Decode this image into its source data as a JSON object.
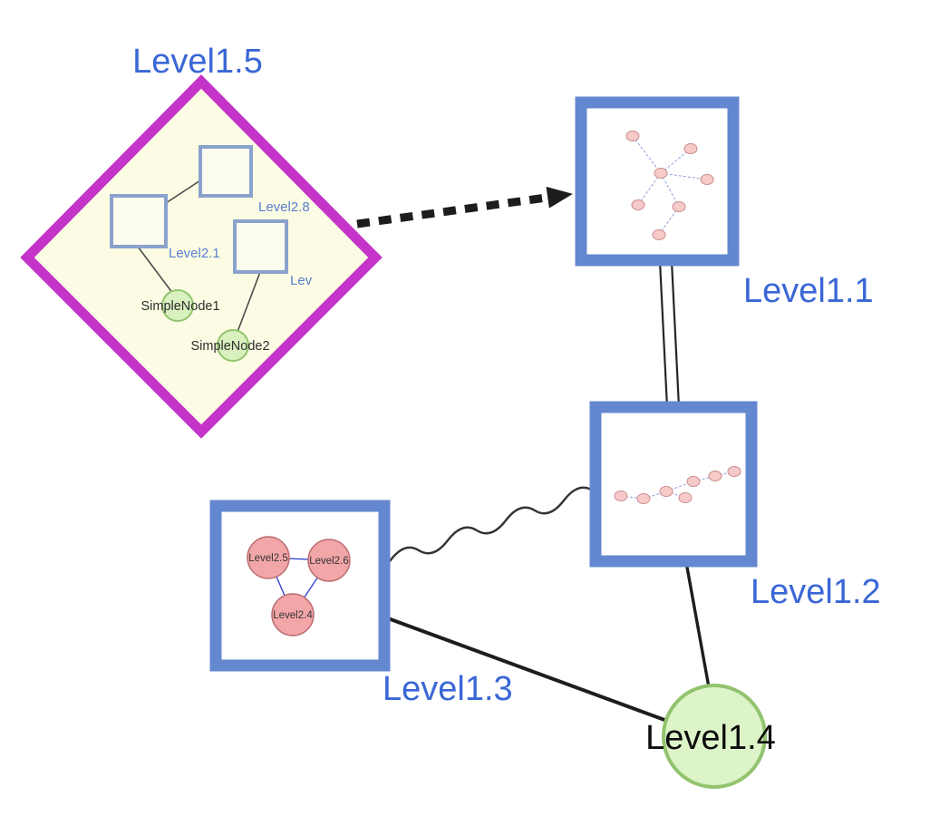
{
  "page": {
    "background": "#ffffff"
  },
  "nodes": {
    "level1_5": {
      "label": "Level1.5",
      "shape": "diamond-group",
      "border_color": "#c434c8",
      "fill": "#fbfce3"
    },
    "level1_1": {
      "label": "Level1.1",
      "shape": "square-group",
      "border_color": "#6488d0",
      "fill": "#ffffff",
      "inner_node_count": 7
    },
    "level1_2": {
      "label": "Level1.2",
      "shape": "square-group",
      "border_color": "#6488d0",
      "fill": "#ffffff",
      "inner_node_count": 7
    },
    "level1_3": {
      "label": "Level1.3",
      "shape": "square-group",
      "border_color": "#6488d0",
      "fill": "#ffffff"
    },
    "level1_4": {
      "label": "Level1.4",
      "shape": "circle",
      "border_color": "#92c36e",
      "fill": "#ddf4c9"
    },
    "level2_8": {
      "label": "Level2.8",
      "shape": "square"
    },
    "level2_1": {
      "label": "Level2.1",
      "shape": "square"
    },
    "level2_x": {
      "label": "Lev",
      "shape": "square"
    },
    "simple_node_1": {
      "label": "SimpleNode1",
      "shape": "circle"
    },
    "simple_node_2": {
      "label": "SimpleNode2",
      "shape": "circle"
    },
    "level2_5": {
      "label": "Level2.5",
      "shape": "circle"
    },
    "level2_6": {
      "label": "Level2.6",
      "shape": "circle"
    },
    "level2_4": {
      "label": "Level2.4",
      "shape": "circle"
    }
  },
  "edges": [
    {
      "from": "Level1.5",
      "to": "Level1.1",
      "style": "bold-dashed-arrow"
    },
    {
      "from": "Level1.1",
      "to": "Level1.2",
      "style": "double-line"
    },
    {
      "from": "Level1.3",
      "to": "Level1.2",
      "style": "wavy"
    },
    {
      "from": "Level1.3",
      "to": "Level1.4",
      "style": "solid"
    },
    {
      "from": "Level1.2",
      "to": "Level1.4",
      "style": "solid"
    },
    {
      "from": "Level2.8",
      "to": "Level2.1",
      "style": "solid"
    },
    {
      "from": "Level2.1",
      "to": "SimpleNode1",
      "style": "solid"
    },
    {
      "from": "Lev",
      "to": "SimpleNode2",
      "style": "solid"
    },
    {
      "from": "Level2.5",
      "to": "Level2.6",
      "style": "solid-blue"
    },
    {
      "from": "Level2.5",
      "to": "Level2.4",
      "style": "solid-blue"
    },
    {
      "from": "Level2.6",
      "to": "Level2.4",
      "style": "solid-blue"
    }
  ],
  "colors": {
    "label_blue": "#3a67d6",
    "label_black": "#0c0c0c",
    "diamond_border": "#c434c8",
    "diamond_fill": "#fbfce3",
    "group_border_blue": "#6488d0",
    "inner_square_border": "#8aa2cc",
    "green_fill": "#d9f0bf",
    "green_border": "#93c46d",
    "pink_fill": "#f2a6a8",
    "pink_border": "#bb6d72",
    "mini_node_fill": "#f7caca",
    "mini_node_border": "#c98c8c",
    "edge_dark": "#1d1d1d",
    "mini_edge_blue": "#8f9fd8",
    "triangle_edge_blue": "#2b3bd0"
  }
}
